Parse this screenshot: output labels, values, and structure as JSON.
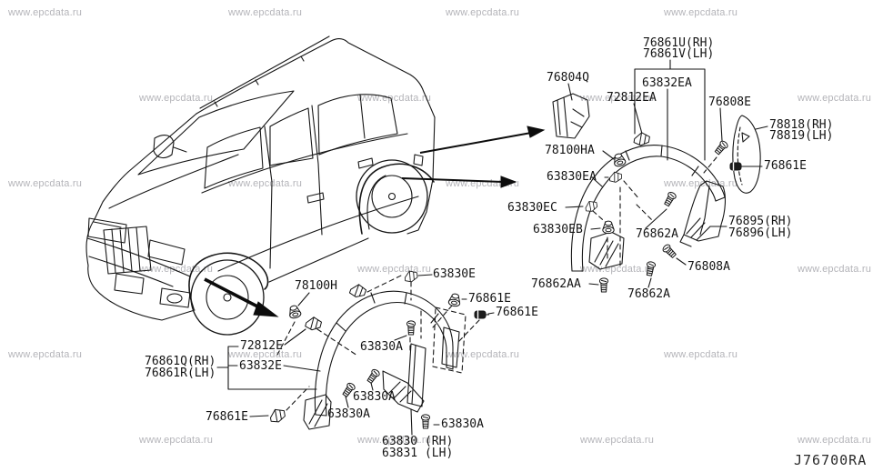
{
  "watermark": {
    "text": "www.epcdata.ru",
    "color": "#b4b4b9"
  },
  "diagram": {
    "code": "J76700RA",
    "line_color": "#161616",
    "background": "#ffffff",
    "subject": "body-side-fitting-parts-diagram"
  },
  "icons": {
    "screw": "screw-bolt-icon",
    "push_clip": "push-clip-icon",
    "grommet": "grommet-clip-icon",
    "trim_clip": "trim-clip-icon",
    "arrow": "direction-arrow-icon"
  },
  "labels": [
    {
      "id": "76861U-RH",
      "text": "76861U(RH)"
    },
    {
      "id": "76861V-LH",
      "text": "76861V(LH)"
    },
    {
      "id": "76804Q",
      "text": "76804Q"
    },
    {
      "id": "63832EA",
      "text": "63832EA"
    },
    {
      "id": "72812EA",
      "text": "72812EA"
    },
    {
      "id": "76808E",
      "text": "76808E"
    },
    {
      "id": "78818-RH",
      "text": "78818(RH)"
    },
    {
      "id": "78819-LH",
      "text": "78819(LH)"
    },
    {
      "id": "78100HA",
      "text": "78100HA"
    },
    {
      "id": "76861E-rear-right",
      "text": "76861E"
    },
    {
      "id": "63830EA",
      "text": "63830EA"
    },
    {
      "id": "63830EC",
      "text": "63830EC"
    },
    {
      "id": "63830EB",
      "text": "63830EB"
    },
    {
      "id": "76895-RH",
      "text": "76895(RH)"
    },
    {
      "id": "76896-LH",
      "text": "76896(LH)"
    },
    {
      "id": "76862A-upper",
      "text": "76862A"
    },
    {
      "id": "76808A",
      "text": "76808A"
    },
    {
      "id": "76862AA",
      "text": "76862AA"
    },
    {
      "id": "76862A-lower",
      "text": "76862A"
    },
    {
      "id": "63830E",
      "text": "63830E"
    },
    {
      "id": "78100H",
      "text": "78100H"
    },
    {
      "id": "76861E-front-1",
      "text": "76861E"
    },
    {
      "id": "76861E-front-2",
      "text": "76861E"
    },
    {
      "id": "72812E",
      "text": "72812E"
    },
    {
      "id": "63832E",
      "text": "63832E"
    },
    {
      "id": "76861Q-RH",
      "text": "76861Q(RH)"
    },
    {
      "id": "76861R-LH",
      "text": "76861R(LH)"
    },
    {
      "id": "63830A-1",
      "text": "63830A"
    },
    {
      "id": "63830A-2",
      "text": "63830A"
    },
    {
      "id": "63830A-3",
      "text": "63830A"
    },
    {
      "id": "76861E-front-3",
      "text": "76861E"
    },
    {
      "id": "63830A-4",
      "text": "63830A"
    },
    {
      "id": "63830-RH",
      "text": "63830 (RH)"
    },
    {
      "id": "63831-LH",
      "text": "63831 (LH)"
    }
  ]
}
